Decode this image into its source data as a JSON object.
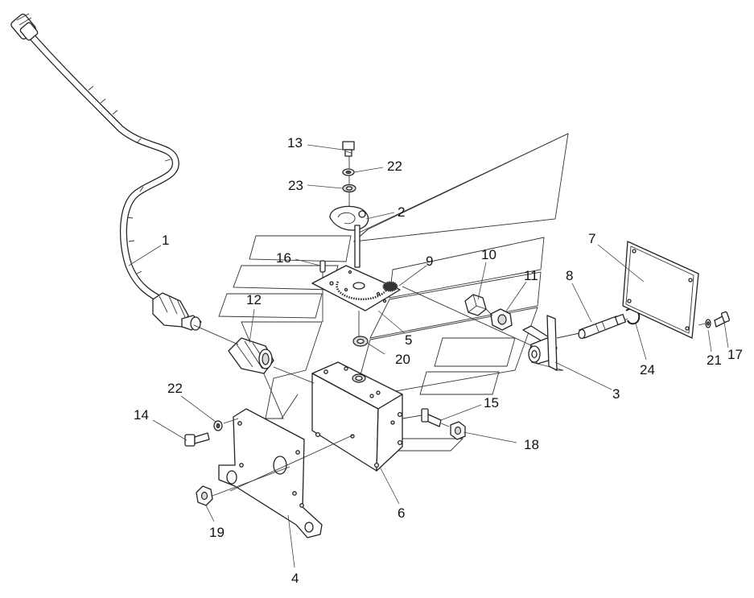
{
  "labels": {
    "l1": "1",
    "l2": "2",
    "l3": "3",
    "l4": "4",
    "l5": "5",
    "l6": "6",
    "l7": "7",
    "l8": "8",
    "l9": "9",
    "l10": "10",
    "l11": "11",
    "l12": "12",
    "l13": "13",
    "l14": "14",
    "l15": "15",
    "l16": "16",
    "l17": "17",
    "l18": "18",
    "l19": "19",
    "l20": "20",
    "l21": "21",
    "l22a": "22",
    "l22b": "22",
    "l23": "23",
    "l24": "24"
  },
  "colors": {
    "line": "#222222",
    "fill": "#ffffff",
    "shade": "#d9d9d9"
  }
}
